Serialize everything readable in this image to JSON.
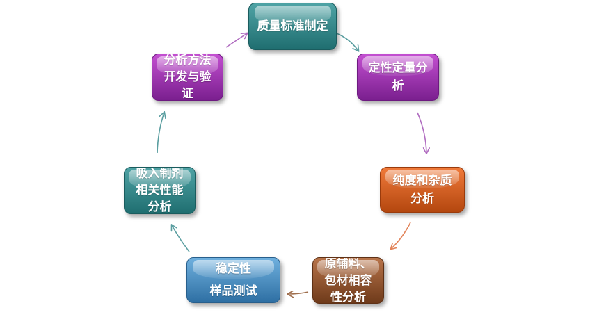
{
  "nodes": [
    {
      "id": "quality-standard",
      "lines": [
        "质量标准制定"
      ]
    },
    {
      "id": "qualitative-quantitative",
      "lines": [
        "定性定量分",
        "析"
      ]
    },
    {
      "id": "purity-impurity",
      "lines": [
        "纯度和杂质",
        "分析"
      ]
    },
    {
      "id": "excipient-packaging",
      "lines": [
        "原辅料、",
        "包材相容",
        "性分析"
      ]
    },
    {
      "id": "stability",
      "lines": [
        "稳定性",
        "样品测试"
      ]
    },
    {
      "id": "inhaler-performance",
      "lines": [
        "吸入制剂",
        "相关性能",
        "分析"
      ]
    },
    {
      "id": "method-development",
      "lines": [
        "分析方法",
        "开发与验",
        "证"
      ]
    }
  ],
  "colors": {
    "teal": "#2a7f81",
    "purple": "#9a2fae",
    "orange": "#d85f1e",
    "brown": "#8a4b25",
    "blue": "#3f86bd",
    "arrow_teal": "#5a9ea0",
    "arrow_purple": "#b06cc0",
    "arrow_orange": "#e2845a",
    "arrow_brown": "#a0704f"
  }
}
